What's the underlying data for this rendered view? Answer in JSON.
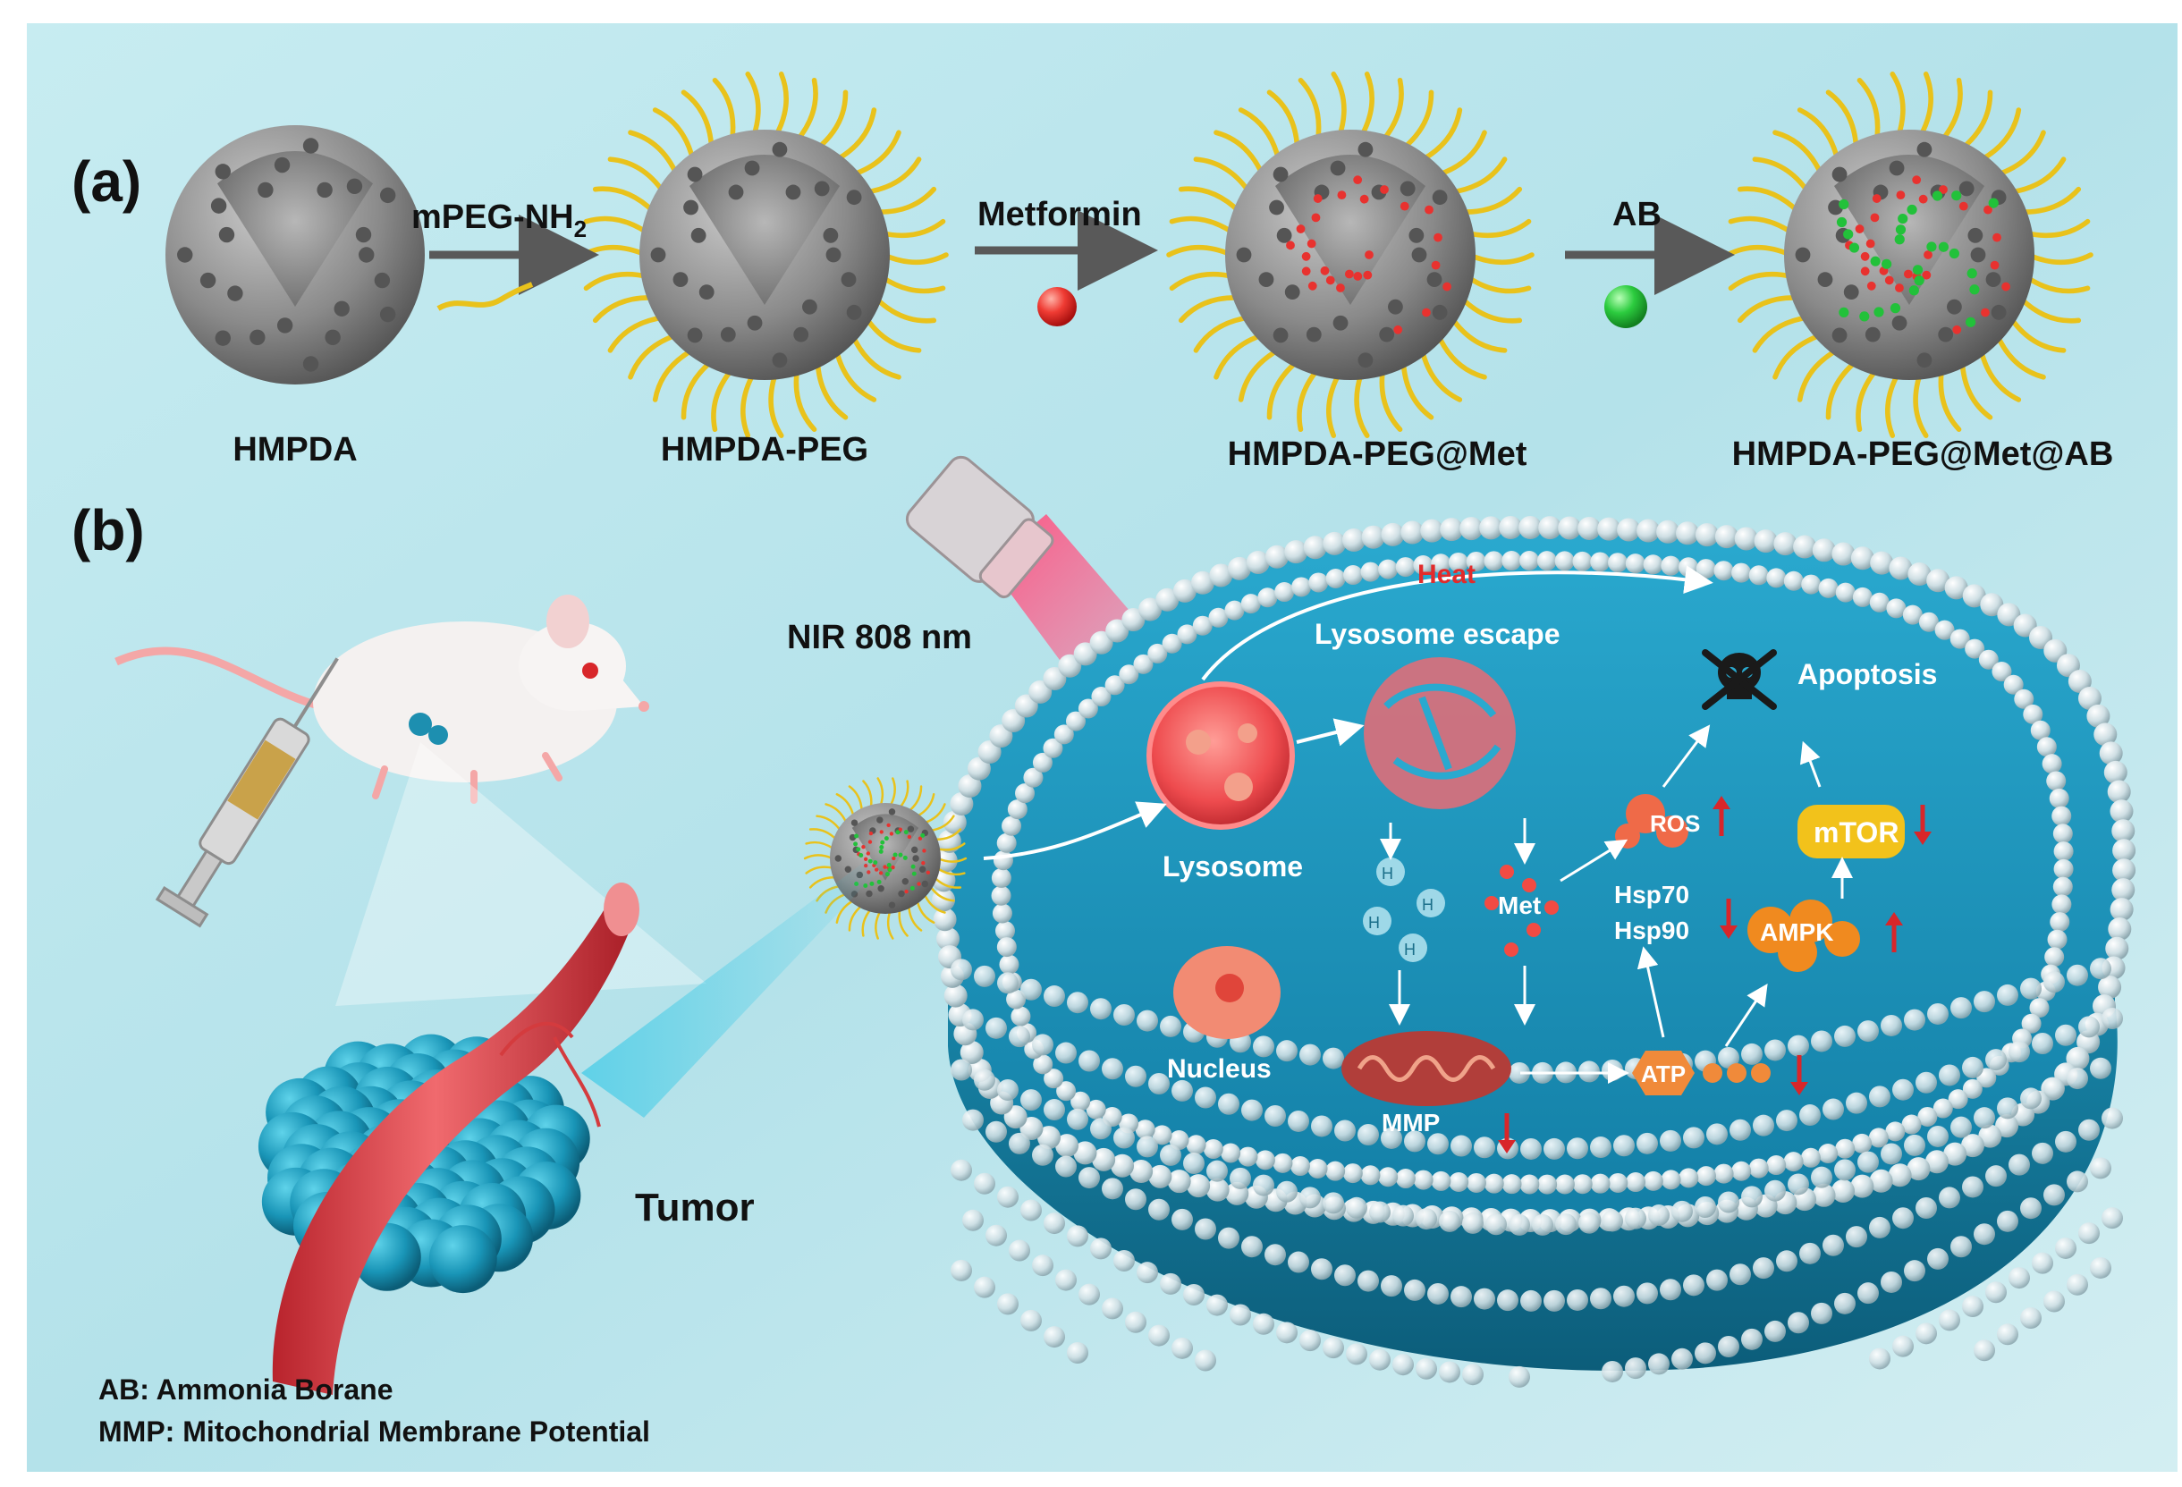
{
  "panel_a": {
    "label": "(a)",
    "arrows": [
      "mPEG-NH",
      "2",
      "Metformin",
      "AB"
    ],
    "products": [
      "HMPDA",
      "HMPDA-PEG",
      "HMPDA-PEG@Met",
      "HMPDA-PEG@Met@AB"
    ]
  },
  "panel_b": {
    "label": "(b)",
    "laser": "NIR 808 nm",
    "heat": "Heat",
    "lysosome_escape": "Lysosome escape",
    "apoptosis": "Apoptosis",
    "lysosome": "Lysosome",
    "nucleus": "Nucleus",
    "mmp": "MMP",
    "met": "Met",
    "ros": "ROS",
    "mtor": "mTOR",
    "hsp70": "Hsp70",
    "hsp90": "Hsp90",
    "ampk": "AMPK",
    "atp": "ATP",
    "h2": "H",
    "tumor": "Tumor"
  },
  "legend": {
    "ab": "AB: Ammonia Borane",
    "mmp": "MMP: Mitochondrial Membrane Potential"
  },
  "colors": {
    "background": "#bfe8ee",
    "sphere": "#8f8f8f",
    "peg": "#e9c21b",
    "metformin": "#e8322f",
    "ammonia_borane": "#22c13a",
    "cell_blue": "#1f9ec4",
    "membrane_bead": "#d8e6ea",
    "laser": "#ff3d6e",
    "up_down_arrow": "#d8262a"
  }
}
